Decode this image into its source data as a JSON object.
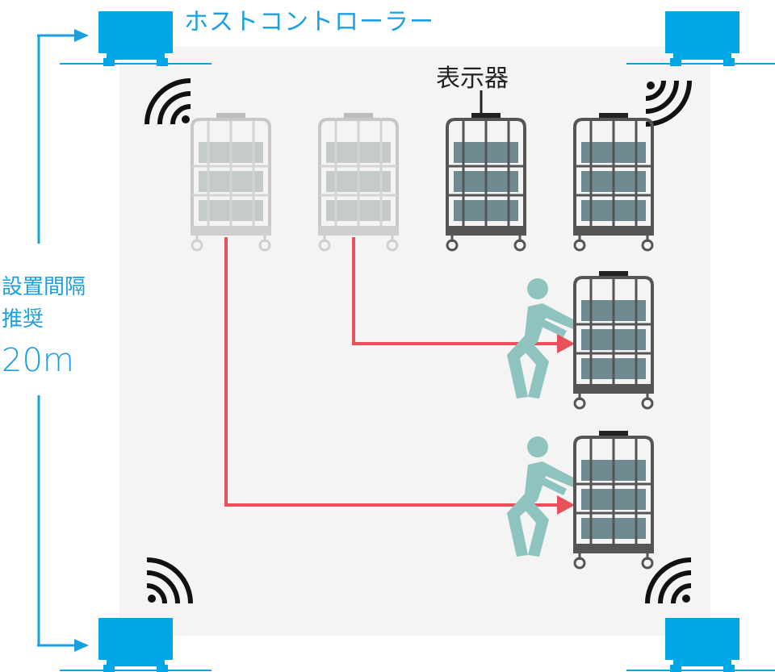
{
  "labels": {
    "host_controller": "ホストコントローラー",
    "interval_line1": "設置間隔",
    "interval_line2": "推奨",
    "distance": "20m",
    "display": "表示器"
  },
  "colors": {
    "accent_blue": "#1aa0e0",
    "route_red": "#e8505b",
    "person_teal": "#8fc3bf",
    "floor": "#f4f4f4",
    "cart_dark": "#555555",
    "cart_light": "#c8c8c8",
    "box_dark": "#6f8a90",
    "box_light": "#c5cacb"
  },
  "icons": {
    "controller": "host-controller-icon",
    "wave": "wireless-signal-icon",
    "cart": "roll-cart-icon",
    "person": "person-pushing-icon"
  }
}
